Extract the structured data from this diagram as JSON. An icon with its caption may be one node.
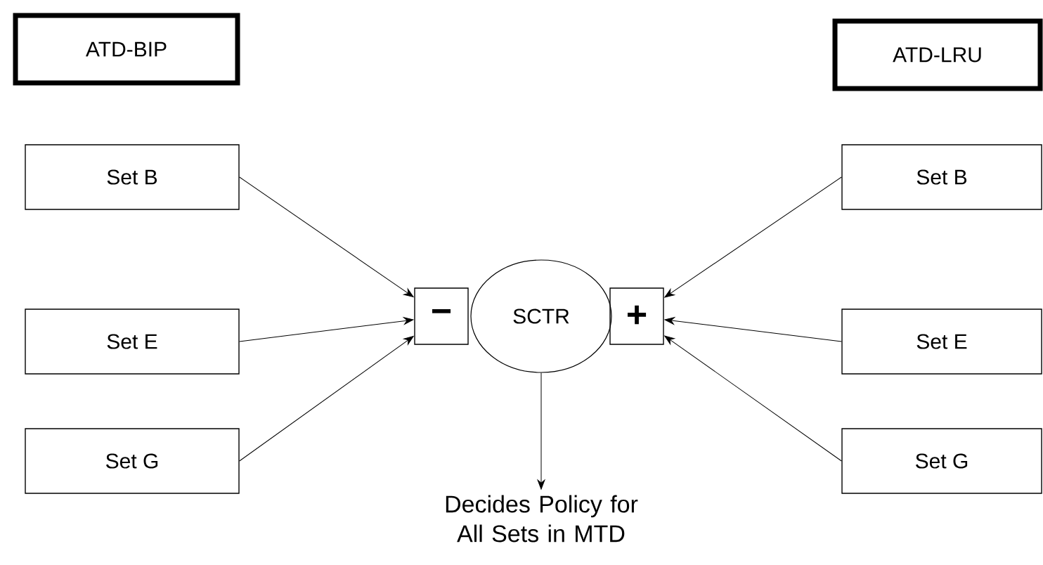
{
  "diagram": {
    "nodes": [
      {
        "text": [
          "ATD-BIP"
        ]
      },
      {
        "text": [
          "ATD-LRU"
        ]
      },
      {
        "text": [
          "Set  B"
        ]
      },
      {
        "text": [
          "Set  B"
        ]
      },
      {
        "text": [
          "−"
        ]
      },
      {
        "text": [
          "SCTR"
        ]
      },
      {
        "text": [
          "+"
        ]
      },
      {
        "text": [
          "Set  E"
        ]
      },
      {
        "text": [
          "Set  E"
        ]
      },
      {
        "text": [
          "Set  G"
        ]
      },
      {
        "text": [
          "Set  G"
        ]
      },
      {
        "text": [
          "Decides Policy for All Sets in MTD"
        ]
      }
    ],
    "edges": [
      {
        "from": 2,
        "to": 4,
        "arrow": "to"
      },
      {
        "from": 7,
        "to": 4,
        "arrow": "to"
      },
      {
        "from": 9,
        "to": 4,
        "arrow": "to"
      },
      {
        "from": 3,
        "to": 6,
        "arrow": "to"
      },
      {
        "from": 8,
        "to": 6,
        "arrow": "to"
      },
      {
        "from": 10,
        "to": 6,
        "arrow": "to"
      },
      {
        "from": 5,
        "to": 11,
        "arrow": "to"
      }
    ]
  }
}
